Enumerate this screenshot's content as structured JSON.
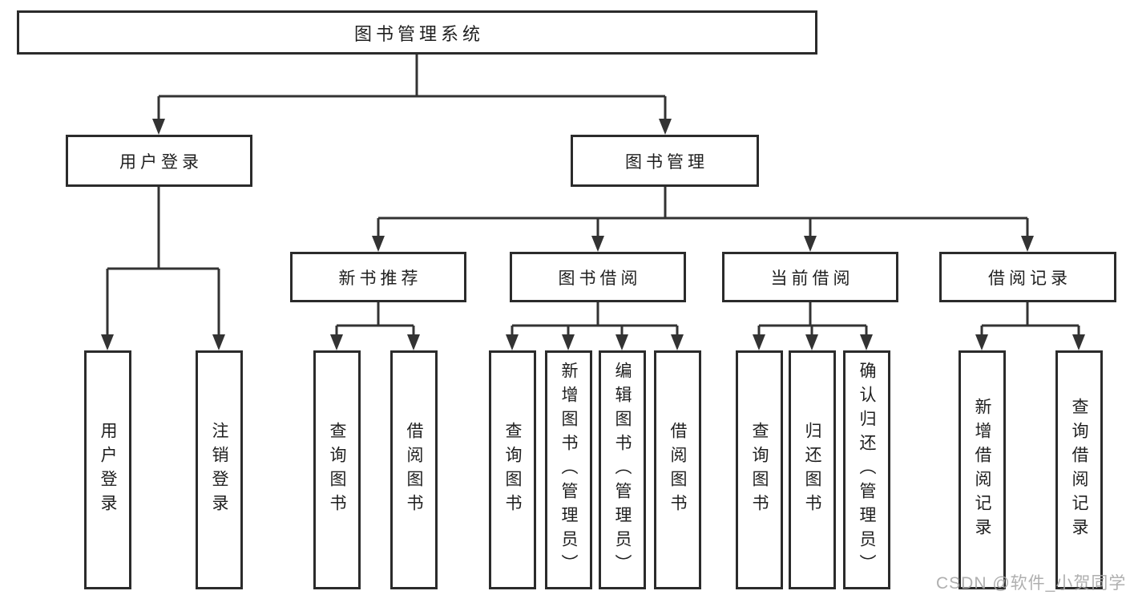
{
  "diagram": {
    "root_label": "图书管理系统",
    "level2": [
      {
        "label": "用户登录"
      },
      {
        "label": "图书管理"
      }
    ],
    "level3": [
      {
        "label": "新书推荐"
      },
      {
        "label": "图书借阅"
      },
      {
        "label": "当前借阅"
      },
      {
        "label": "借阅记录"
      }
    ],
    "leaves": [
      {
        "label": "用户登录"
      },
      {
        "label": "注销登录"
      },
      {
        "label": "查询图书"
      },
      {
        "label": "借阅图书"
      },
      {
        "label": "查询图书"
      },
      {
        "label": "新增图书（管理员）"
      },
      {
        "label": "编辑图书（管理员）"
      },
      {
        "label": "借阅图书"
      },
      {
        "label": "查询图书"
      },
      {
        "label": "归还图书"
      },
      {
        "label": "确认归还（管理员）"
      },
      {
        "label": "新增借阅记录"
      },
      {
        "label": "查询借阅记录"
      }
    ],
    "watermark_text": "CSDN @软件_小贺同学",
    "colors": {
      "line": "#333333",
      "box_border": "#2b2b2b",
      "box_fill": "#ffffff",
      "text": "#1f1f1f",
      "watermark": "#a6a6a6",
      "background": "#ffffff"
    }
  }
}
